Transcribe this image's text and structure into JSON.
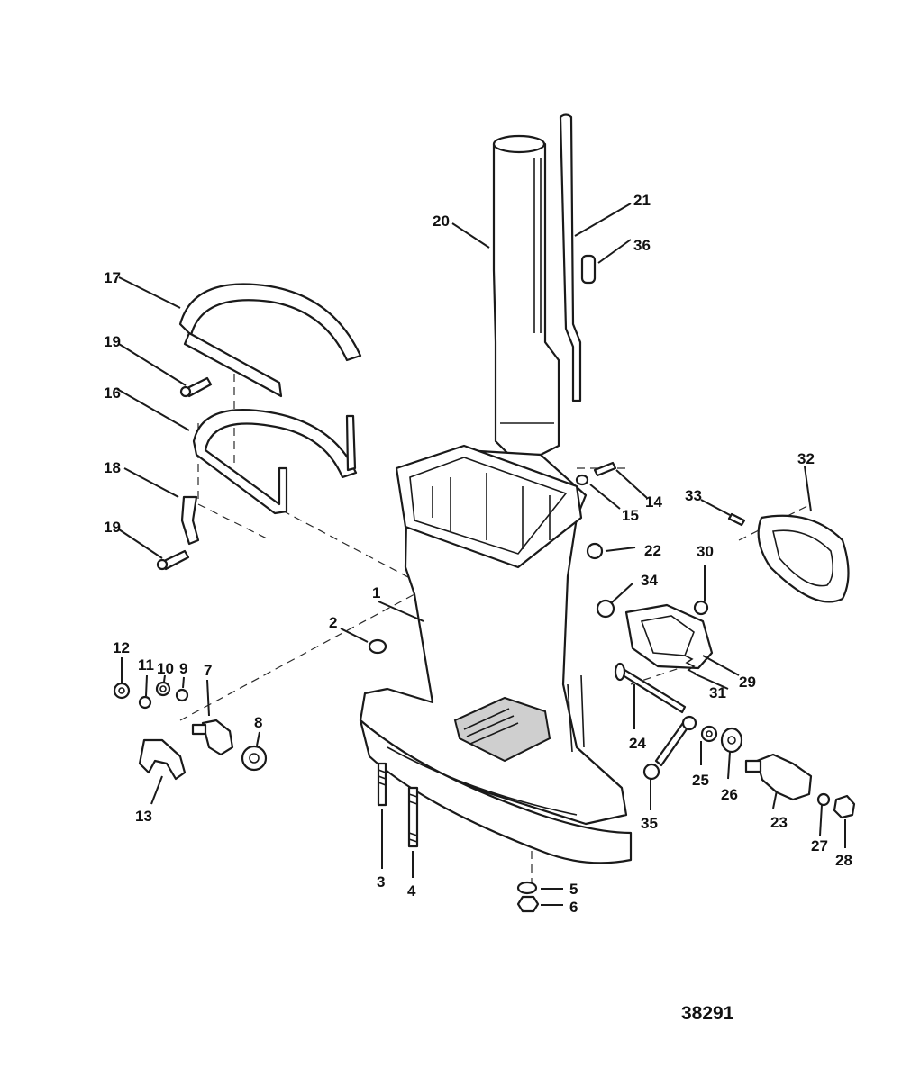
{
  "drawing_number": "38291",
  "callouts": [
    "1",
    "2",
    "3",
    "4",
    "5",
    "6",
    "7",
    "8",
    "9",
    "10",
    "11",
    "12",
    "13",
    "14",
    "15",
    "16",
    "17",
    "18",
    "19",
    "20",
    "21",
    "22",
    "23",
    "24",
    "25",
    "26",
    "27",
    "28",
    "29",
    "30",
    "31",
    "32",
    "33",
    "34",
    "35",
    "36"
  ]
}
